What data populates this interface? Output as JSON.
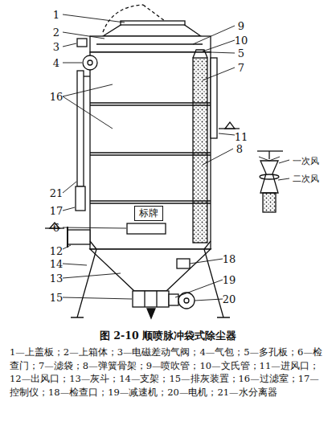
{
  "diagram": {
    "title": "图 2-10 顺喷脉冲袋式除尘器",
    "caption": "1—上盖板；2—上箱体；3—电磁差动气阀；4—气包；5—多孔板；6—检查门；7—滤袋；8—弹簧骨架；9—喷吹管；10—文氏管；11—进风口；12—出风口；13—灰斗；14—支架；15—排灰装置；16—过滤室；17—控制仪；18—检查口；19—减速机；20—电机；21—水分离器",
    "nodes": [
      {
        "text": [
          "标牌"
        ]
      }
    ],
    "labels": [
      "1",
      "2",
      "3",
      "4",
      "16",
      "21",
      "17",
      "6",
      "12",
      "14",
      "13",
      "15",
      "9",
      "10",
      "5",
      "7",
      "11",
      "8",
      "18",
      "19",
      "20",
      "一次风",
      "二次风"
    ]
  }
}
